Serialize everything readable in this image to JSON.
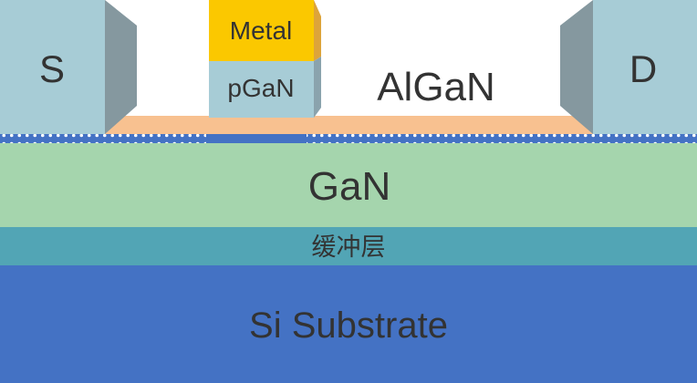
{
  "labels": {
    "source": "S",
    "drain": "D",
    "metal": "Metal",
    "pgan": "pGaN",
    "algan": "AlGaN",
    "gan": "GaN",
    "buffer": "缓冲层",
    "substrate": "Si Substrate"
  },
  "colors": {
    "contact_face": "#a7ccd6",
    "contact_side": "#85989f",
    "metal": "#fbc800",
    "metal_side": "#dda43a",
    "pgan": "#a7ccd6",
    "pgan_side": "#8aa3ad",
    "algan": "#f8c190",
    "channel": "#4472c4",
    "gan": "#a5d5ad",
    "buffer": "#52a5b5",
    "substrate": "#4472c4",
    "text": "#333333"
  }
}
